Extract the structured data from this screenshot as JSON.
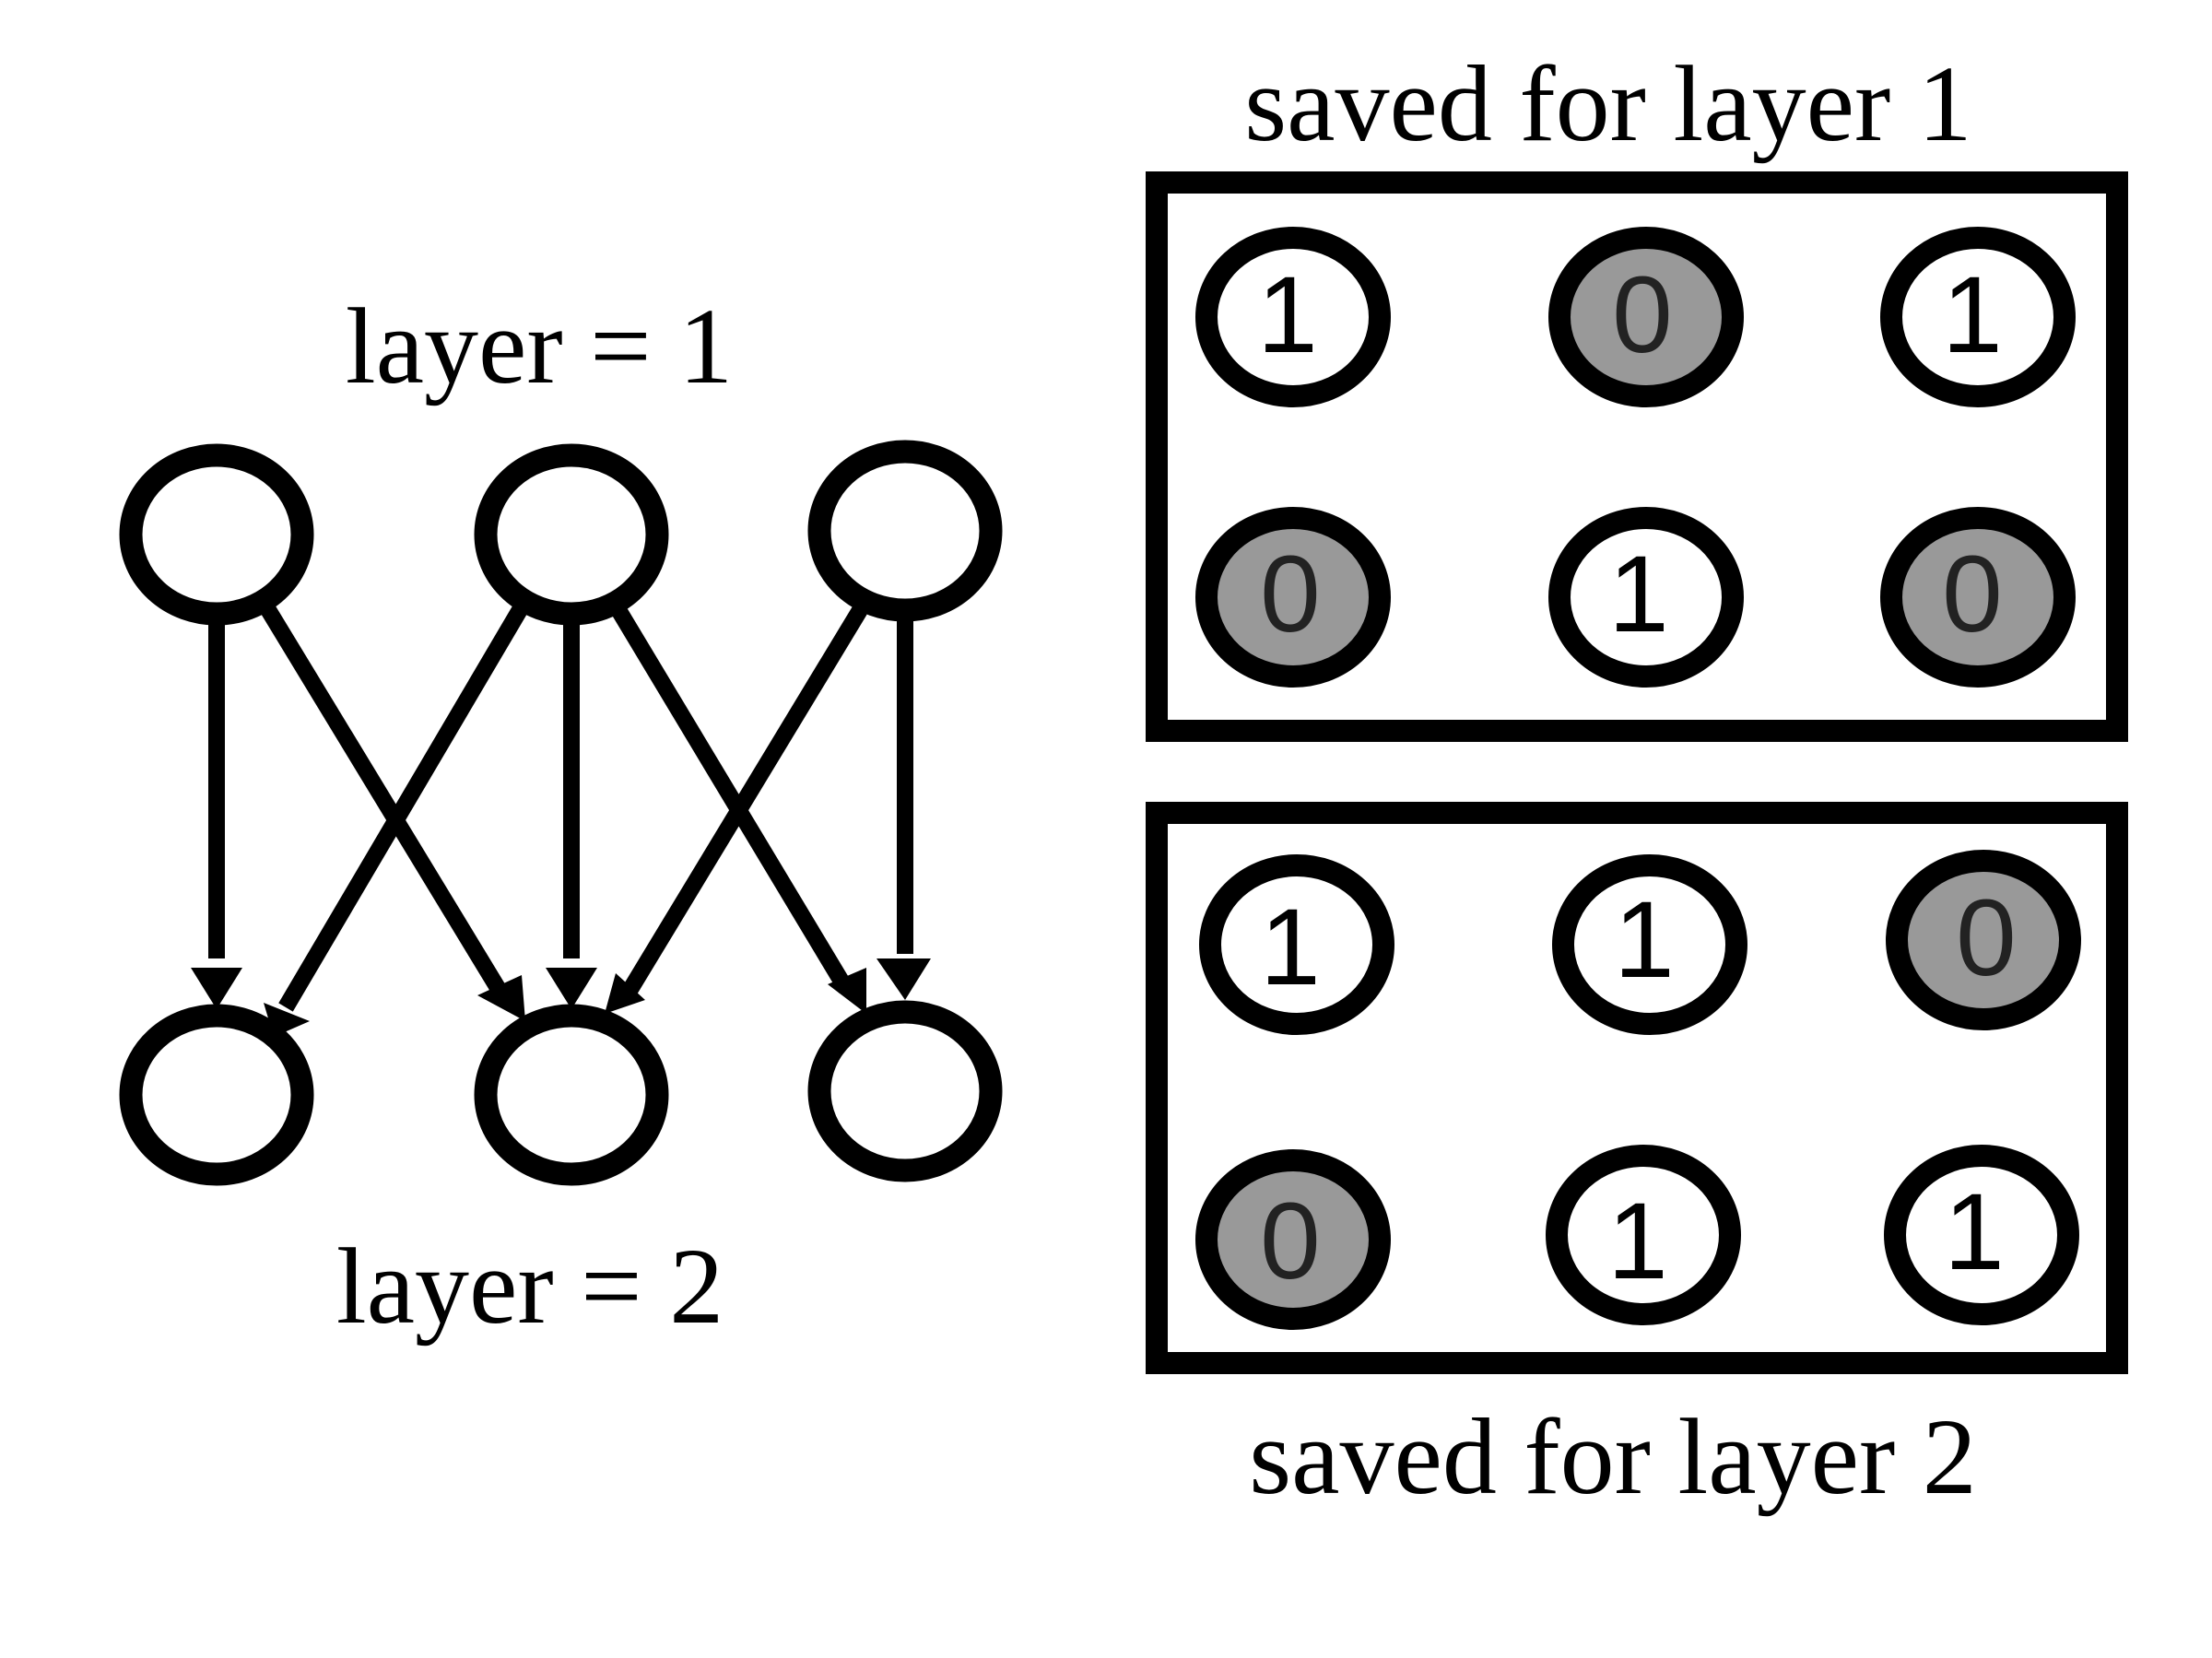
{
  "labels": {
    "layer1": "layer = 1",
    "layer2": "layer = 2",
    "saved1": "saved for layer 1",
    "saved2": "saved for layer 2"
  },
  "saved_layer_1": {
    "row1": [
      "1",
      "0",
      "1"
    ],
    "row2": [
      "0",
      "1",
      "0"
    ]
  },
  "saved_layer_2": {
    "row1": [
      "1",
      "1",
      "0"
    ],
    "row2": [
      "0",
      "1",
      "1"
    ]
  },
  "colors": {
    "stroke": "#000000",
    "kept_fill": "#ffffff",
    "dropped_fill": "#999999"
  }
}
